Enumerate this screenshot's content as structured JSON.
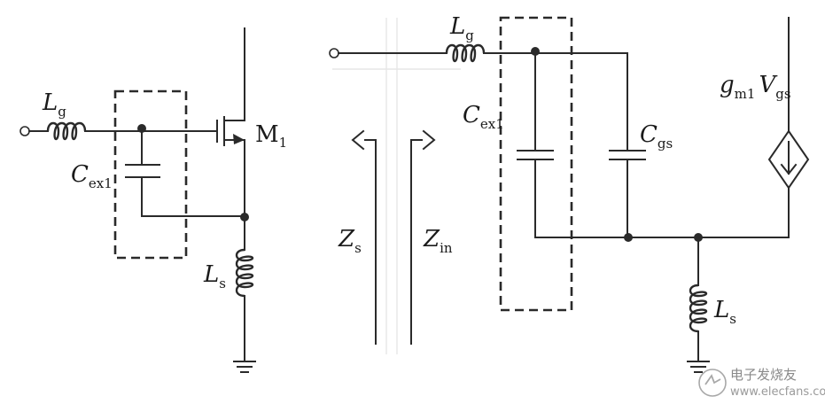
{
  "labels": {
    "lg_left": {
      "main": "L",
      "sub": "g"
    },
    "cex1_left": {
      "main": "C",
      "sub": "ex1"
    },
    "m1": {
      "main": "M",
      "sub": "1"
    },
    "ls_left": {
      "main": "L",
      "sub": "s"
    },
    "zs": {
      "main": "Z",
      "sub": "s"
    },
    "zin": {
      "main": "Z",
      "sub": "in"
    },
    "lg_right": {
      "main": "L",
      "sub": "g"
    },
    "cex1_right": {
      "main": "C",
      "sub": "ex1"
    },
    "cgs": {
      "main": "C",
      "sub": "gs"
    },
    "gm": {
      "main": "g",
      "sub": "m1",
      "main2": "V",
      "sub2": "gs"
    },
    "ls_right": {
      "main": "L",
      "sub": "s"
    }
  },
  "watermark": {
    "text": "电子发烧友",
    "url": "www.elecfans.com"
  }
}
